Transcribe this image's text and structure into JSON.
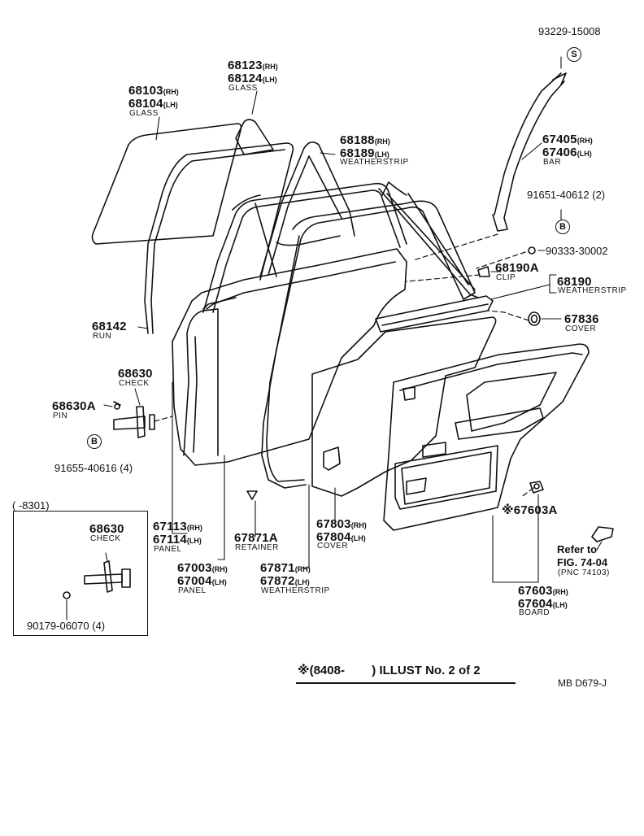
{
  "labels": {
    "pn_93229": "93229-15008",
    "pn_68123": "68123",
    "pn_68124": "68124",
    "name_glass_upper": "GLASS",
    "pn_68103": "68103",
    "pn_68104": "68104",
    "name_glass_lower": "GLASS",
    "pn_68188": "68188",
    "pn_68189": "68189",
    "name_weatherstrip_top": "WEATHERSTRIP",
    "pn_67405": "67405",
    "pn_67406": "67406",
    "name_bar": "BAR",
    "pn_91651": "91651-40612 (2)",
    "pn_90333": "90333-30002",
    "pn_68190A": "68190A",
    "name_clip": "CLIP",
    "pn_68190": "68190",
    "name_weatherstrip_right": "WEATHERSTRIP",
    "pn_67836": "67836",
    "name_cover_right": "COVER",
    "pn_68142": "68142",
    "name_run": "RUN",
    "pn_68630": "68630",
    "name_check": "CHECK",
    "pn_68630A": "68630A",
    "name_pin": "PIN",
    "pn_91655": "91655-40616 (4)",
    "inset_range": "(      -8301)",
    "inset_pn_68630": "68630",
    "inset_name_check": "CHECK",
    "inset_pn_90179": "90179-06070 (4)",
    "pn_67113": "67113",
    "pn_67114": "67114",
    "name_panel_a": "PANEL",
    "pn_67003": "67003",
    "pn_67004": "67004",
    "name_panel_b": "PANEL",
    "pn_67871A": "67871A",
    "name_retainer": "RETAINER",
    "pn_67871": "67871",
    "pn_67872": "67872",
    "name_weatherstrip_bottom": "WEATHERSTRIP",
    "pn_67803": "67803",
    "pn_67804": "67804",
    "name_cover_bottom": "COVER",
    "pn_67603A": "※67603A",
    "refer_to": "Refer to",
    "refer_fig": "FIG. 74-04",
    "refer_pnc": "(PNC 74103)",
    "pn_67603": "67603",
    "pn_67604": "67604",
    "name_board": "BOARD",
    "footer_illust": "※(8408-        ) ILLUST No. 2 of 2",
    "footer_code": "MB  D679-J"
  },
  "suffixes": {
    "rh": "(RH)",
    "lh": "(LH)"
  },
  "markers": {
    "s": "S",
    "b": "B"
  }
}
